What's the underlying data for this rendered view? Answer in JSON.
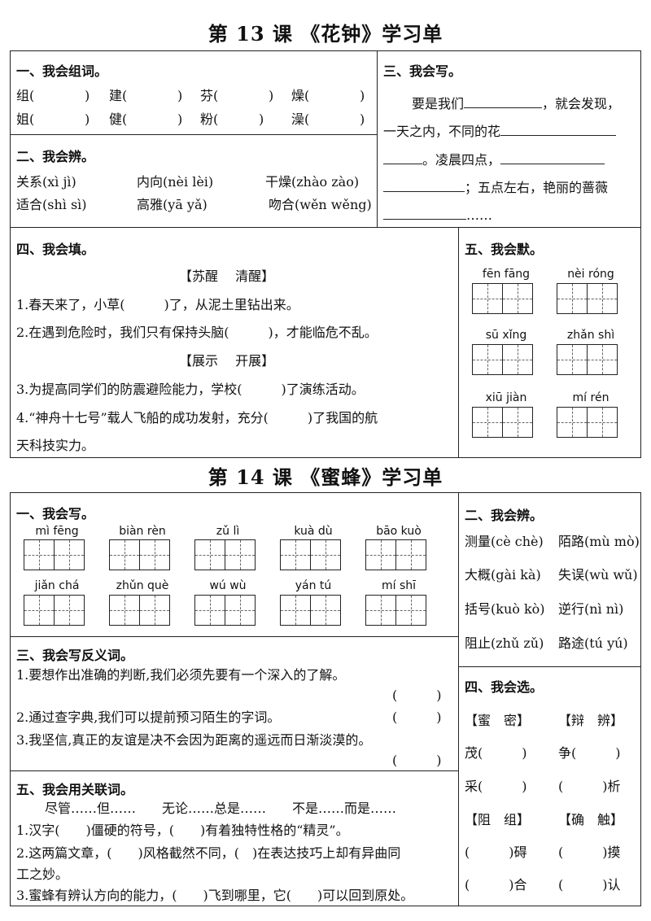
{
  "lesson13": {
    "title": "第 13 课 《花钟》学习单",
    "s1": {
      "title": "一、我会组词。",
      "row1": [
        "组(",
        ")",
        "建(",
        ")",
        "芬(",
        ")",
        "燥(",
        ")"
      ],
      "row2": [
        "姐(",
        ")",
        "健(",
        ")",
        "粉(",
        ")",
        "澡(",
        ")"
      ]
    },
    "s2": {
      "title": "二、我会辨。",
      "row1": [
        "关系(xì jì)",
        "内向(nèi lèi)",
        "干燥(zhào zào)"
      ],
      "row2": [
        "适合(shì sì)",
        "高雅(yā yǎ)",
        "吻合(wěn wěng)"
      ]
    },
    "s3": {
      "title": "三、我会写。",
      "l1a": "要是我们",
      "l1b": "，就会发现，",
      "l2a": "一天之内，不同的花",
      "l3a": "。凌晨四点，",
      "l4a": "；五点左右，艳丽的蔷薇",
      "l5a": "……"
    },
    "s4": {
      "title": "四、我会填。",
      "opt1": "【苏醒　  清醒】",
      "q1": "1.春天来了，小草(　　　)了，从泥土里钻出来。",
      "q2": "2.在遇到危险时，我们只有保持头脑(　　　)，才能临危不乱。",
      "opt2": "【展示　  开展】",
      "q3": "3.为提高同学们的防震避险能力，学校(　　　)了演练活动。",
      "q4": "4.“神舟十七号”载人飞船的成功发射，充分(　　　)了我国的航",
      "q4b": "天科技实力。"
    },
    "s5": {
      "title": "五、我会默。",
      "pinyin": [
        "fēn fāng",
        "nèi róng",
        "sū  xǐng",
        "zhǎn shì",
        "xiū jiàn",
        "mí   rén"
      ]
    }
  },
  "lesson14": {
    "title": "第 14 课 《蜜蜂》学习单",
    "s1": {
      "title": "一、我会写。",
      "pinyin": [
        "mì  fēng",
        "biàn rèn",
        "zǔ   lì",
        "kuà  dù",
        "bāo kuò",
        "jiǎn chá",
        "zhǔn què",
        "wú   wù",
        "yán  tú",
        "mí   shī"
      ]
    },
    "s2": {
      "title": "二、我会辨。",
      "items": [
        "测量(cè chè)",
        "陌路(mù mò)",
        "大概(gài kà)",
        "失误(wù wǔ)",
        "括号(kuò kò)",
        "逆行(nì nì)",
        "阻止(zhǔ zǔ)",
        "路途(tú yú)"
      ]
    },
    "s3": {
      "title": "三、我会写反义词。",
      "q1": "1.要想作出准确的判断,我们必须先要有一个深入的了解。",
      "q2": "2.通过查字典,我们可以提前预习陌生的字词。",
      "q3": "3.我坚信,真正的友谊是决不会因为距离的遥远而日渐淡漠的。",
      "paren": "(　　　)"
    },
    "s4": {
      "title": "四、我会选。",
      "opt1": "【蜜　密】",
      "opt2": "【辩　辨】",
      "r1a": "茂(　　　)",
      "r1b": "争(　　　)",
      "r2a": "采(　　　)",
      "r2b": "(　　　)析",
      "opt3": "【阻　组】",
      "opt4": "【确　触】",
      "r3a": "(　　　)碍",
      "r3b": "(　　　)摸",
      "r4a": "(　　　)合",
      "r4b": "(　　　)认"
    },
    "s5": {
      "title": "五、我会用关联词。",
      "words": "尽管……但……　　无论……总是……　　不是……而是……",
      "q1": "1.汉字(　　)僵硬的符号，(　　)有着独特性格的“精灵”。",
      "q2": "2.这两篇文章，(　　)风格截然不同，(　)在表达技巧上却有异曲同",
      "q2b": "工之妙。",
      "q3": "3.蜜蜂有辨认方向的能力，(　　)飞到哪里，它(　　)可以回到原处。"
    }
  }
}
